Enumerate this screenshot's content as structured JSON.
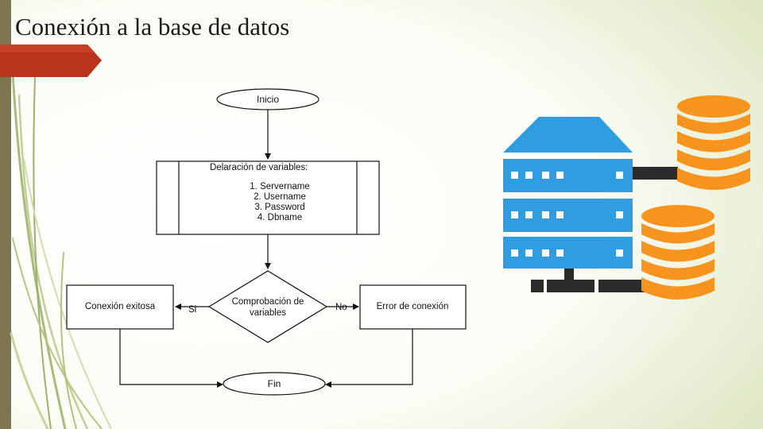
{
  "slide": {
    "title": "Conexión a la base de datos",
    "accent_color": "#b8341c",
    "side_bar_color": "#7b7550"
  },
  "flowchart": {
    "start_label": "Inicio",
    "declaration_title": "Delaración de variables:",
    "variables": [
      "1. Servername",
      "2. Username",
      "3. Password",
      "4. Dbname"
    ],
    "decision_line1": "Comprobación de",
    "decision_line2": "variables",
    "success_label": "Conexión exitosa",
    "error_label": "Error de conexión",
    "yes_label": "Si",
    "no_label": "No",
    "end_label": "Fin"
  },
  "illustration": {
    "server_icon": "server-rack-icon",
    "database_icon": "database-icon",
    "server_color": "#2f9de0",
    "database_color": "#f7941d",
    "connector_color": "#2b2b2b"
  }
}
